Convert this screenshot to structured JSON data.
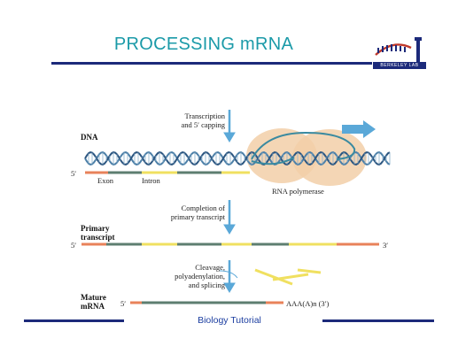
{
  "title": "PROCESSING mRNA",
  "logo_text": "BERKELEY LAB",
  "labels": {
    "step1": "Transcription\nand 5′ capping",
    "dna": "DNA",
    "five_prime": "5′",
    "three_prime": "3′",
    "exon": "Exon",
    "intron": "Intron",
    "rna_polymerase": "RNA polymerase",
    "step2": "Completion of\nprimary transcript",
    "primary": "Primary\ntranscript",
    "step3": "Cleavage,\npolyadenylation,\nand splicing",
    "mature": "Mature\nmRNA",
    "poly_a": "AAA(A)n (3′)"
  },
  "footer": "Biology Tutorial",
  "colors": {
    "title": "#1b9aa8",
    "rule": "#1c2a7a",
    "exon": "#5d7e70",
    "intron": "#f0e060",
    "utr": "#e8825a",
    "arrow": "#5aa8d8",
    "polymerase": "#f2cfa8"
  }
}
